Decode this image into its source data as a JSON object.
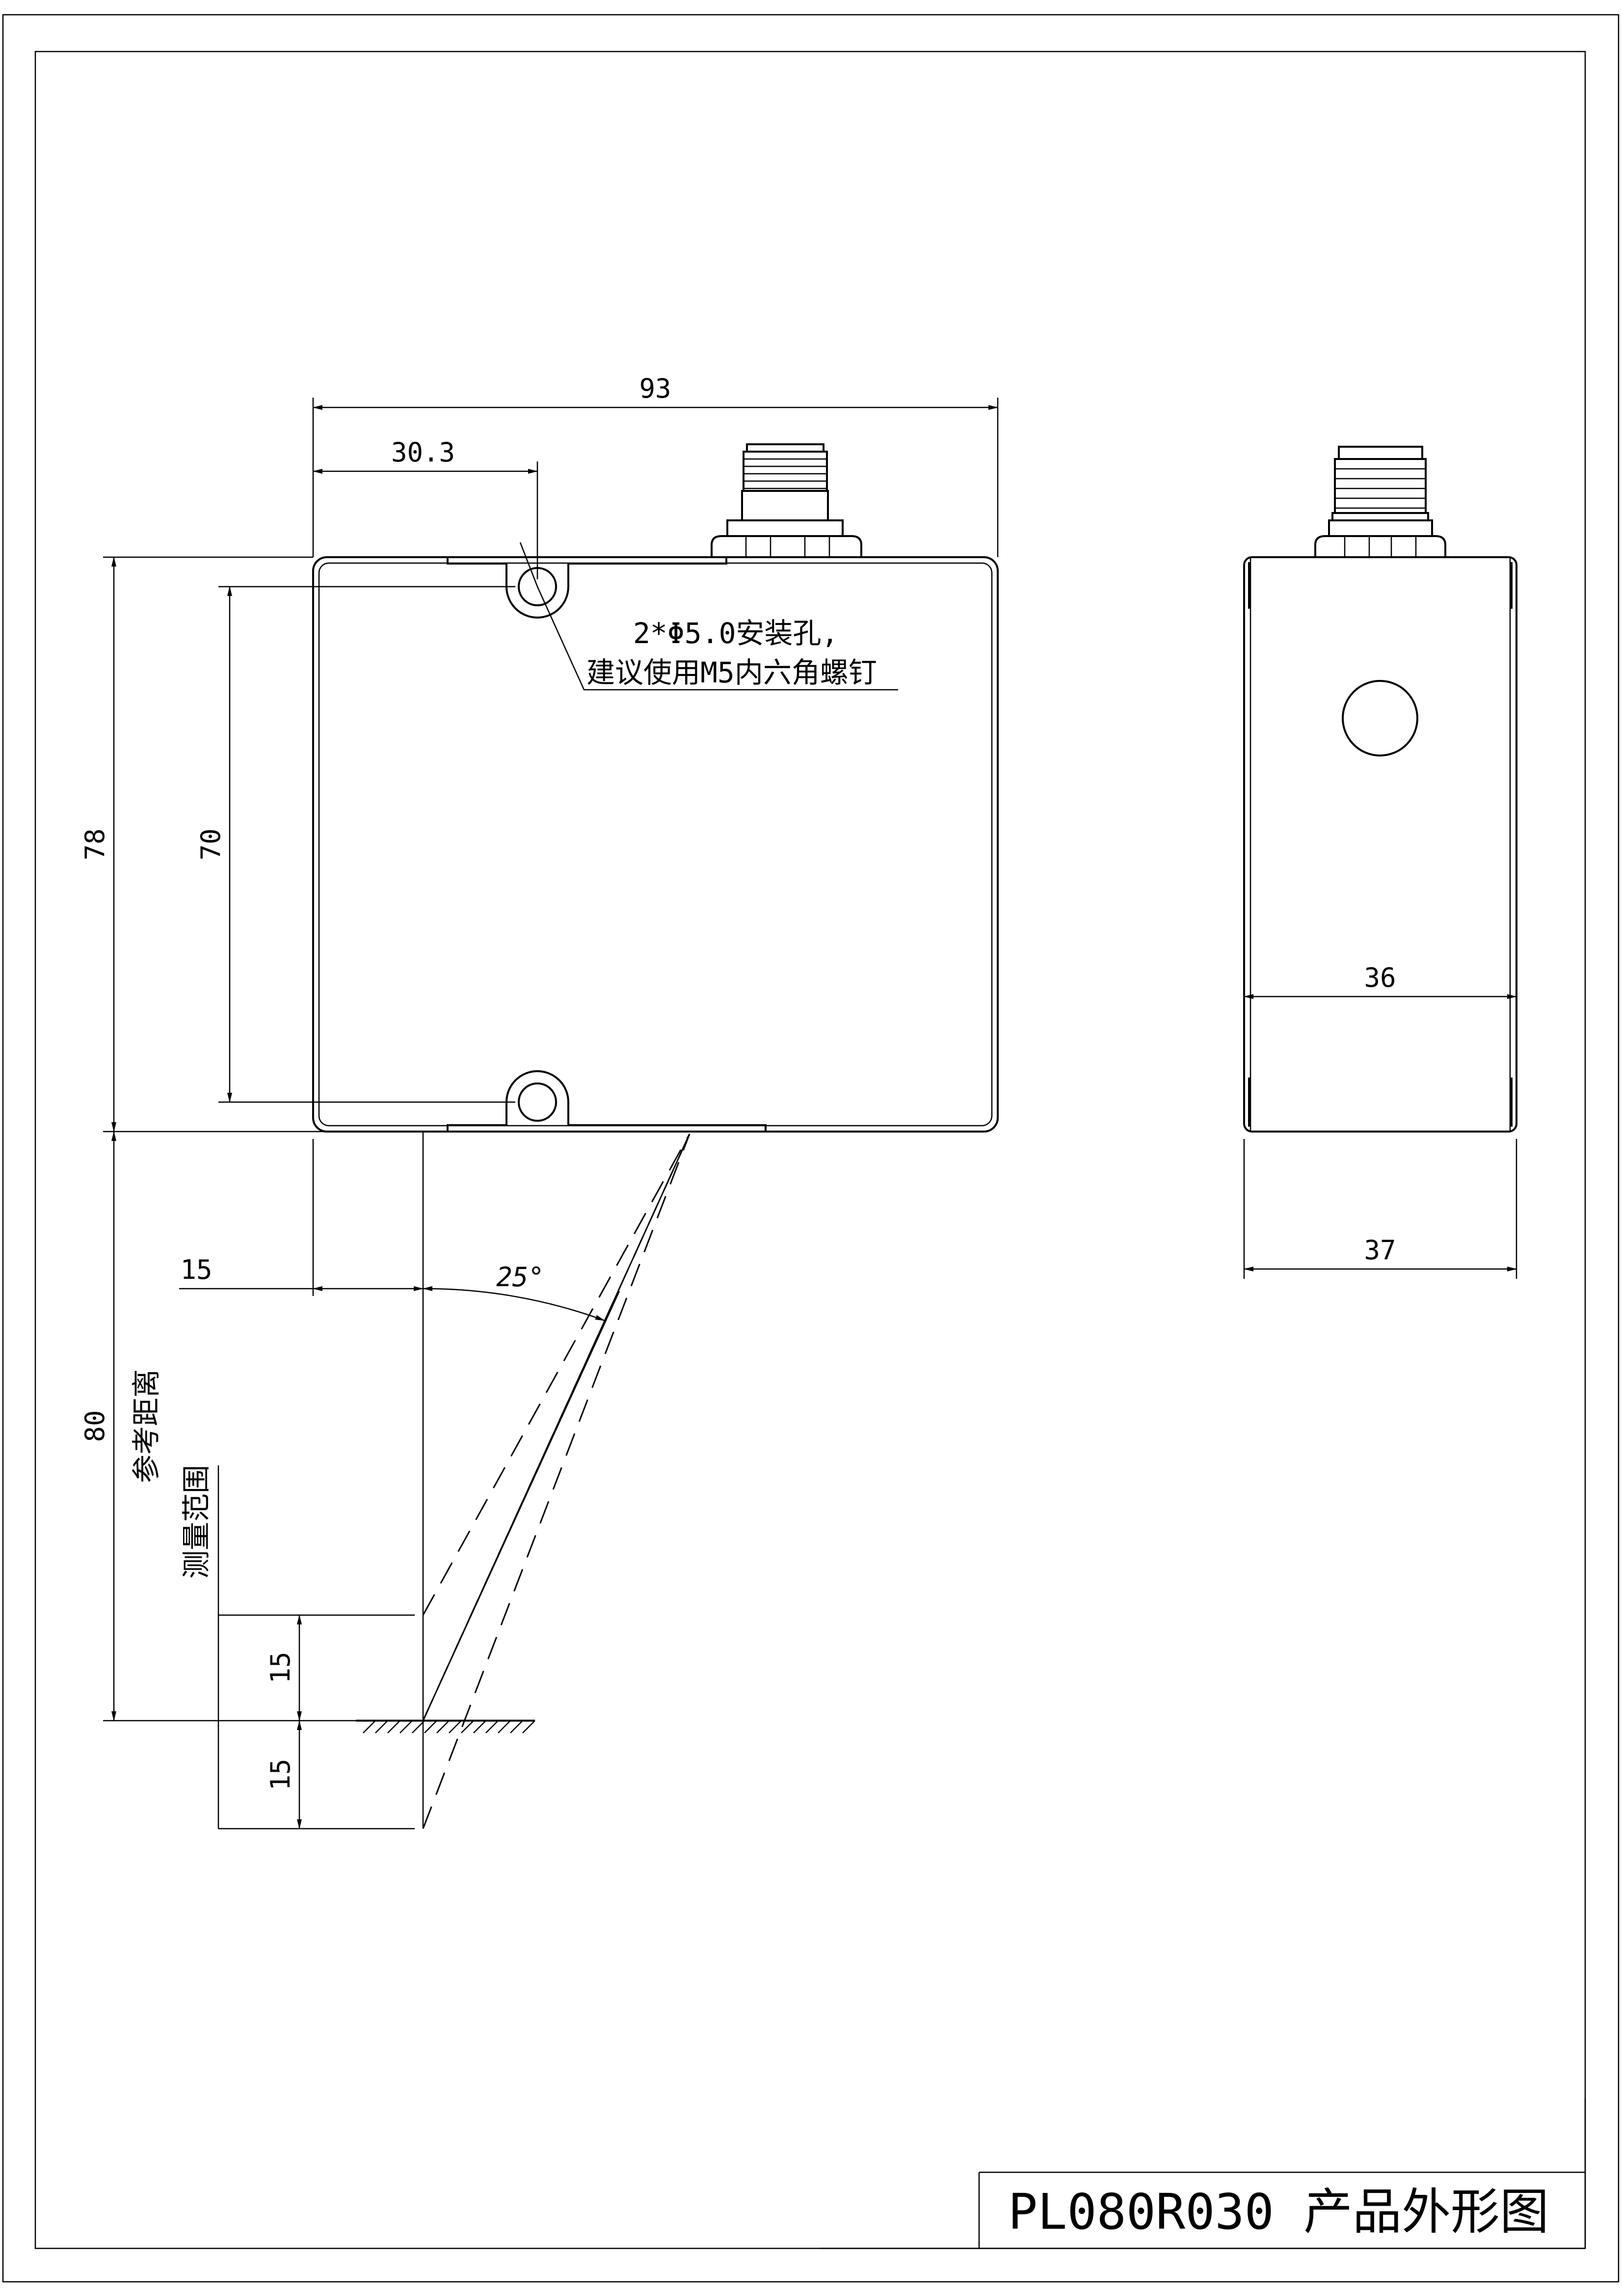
{
  "dimensions": {
    "width_93": "93",
    "offset_30_3": "30.3",
    "height_78": "78",
    "hole_pitch_70": "70",
    "side_width_36": "36",
    "side_width_37": "37",
    "offset_15": "15",
    "angle_25": "25°",
    "distance_80": "80",
    "range_upper_15": "15",
    "range_lower_15": "15"
  },
  "annotations": {
    "hole_note_line1": "2*Φ5.0安装孔,",
    "hole_note_line2": "建议使用M5内六角螺钉",
    "reference_distance": "参考距离",
    "measurement_range": "测量范围"
  },
  "title_block": {
    "title": "PL080R030 产品外形图"
  }
}
